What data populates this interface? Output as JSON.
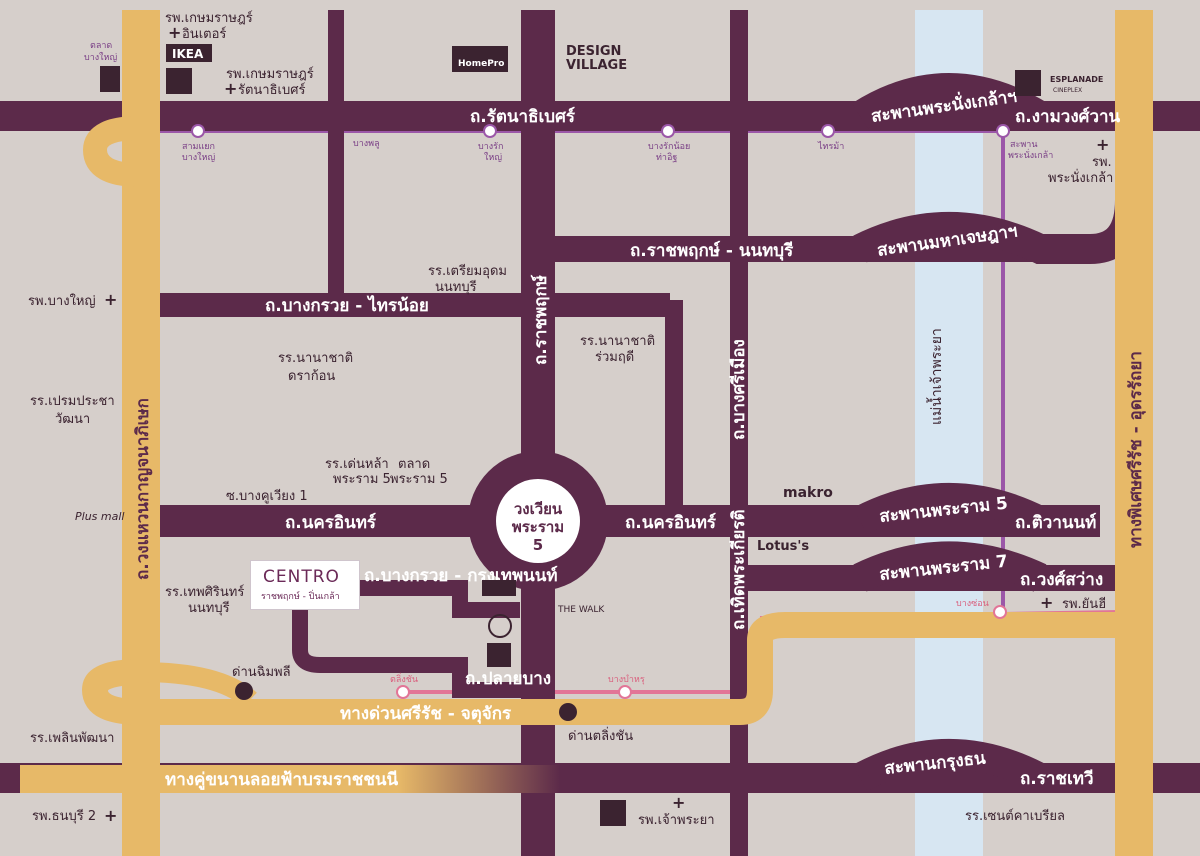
{
  "colors": {
    "background": "#d6cfcb",
    "road": "#5c2a4a",
    "expressway": "#e7b968",
    "river": "#d7e6f2",
    "purple_line": "#9b57a8",
    "pink_line": "#e27597",
    "label_dark": "#3b2330"
  },
  "roads": {
    "rattanathibet": "ถ.รัตนาธิเบศร์",
    "ratchaphruek_nonthaburi": "ถ.ราชพฤกษ์ - นนทบุรี",
    "bangkruai_sainoi": "ถ.บางกรวย - ไทรน้อย",
    "nakhon_in_left": "ถ.นครอินทร์",
    "nakhon_in_right": "ถ.นครอินทร์",
    "ratchaphruek_vertical": "ถ.ราชพฤกษ์",
    "bang_si_mueang": "ถ.บางศรีเมือง",
    "kiat_phrakiat": "ถ.เทิดพระเกียรติ",
    "kanchanaphisek": "ถ.วงแหวนกาญจนาภิเษก",
    "phiset_udon": "ทางพิเศษศรีรัช - อุดรรัถยา",
    "ngamwongwan": "ถ.งามวงศ์วาน",
    "tiwanon": "ถ.ติวานนท์",
    "wongsawang": "ถ.วงศ์สว่าง",
    "ratchathewi": "ถ.ราชเทวี",
    "plai_bang": "ถ.ปลายบาง",
    "bangkruai_krungthep": "ถ.บางกรวย - กรุงเทพนนท์",
    "soi_bang_khu_wiang": "ซ.บางคูเวียง 1"
  },
  "bridges": {
    "phra_nang_klao": "สะพานพระนั่งเกล้าฯ",
    "maha_chesadabodindranusorn": "สะพานมหาเจษฎาฯ",
    "rama5": "สะพานพระราม 5",
    "rama7": "สะพานพระราม 7",
    "krung_thon": "สะพานกรุงธน"
  },
  "expressways": {
    "sirat_chatuchak": "ทางด่วนศรีรัช - จตุจักร",
    "borommaratchachonnani": "ทางคู่ขนานลอยฟ้าบรมราชชนนี",
    "toll_chimphli": "ด่านฉิมพลี",
    "toll_taling_chan": "ด่านตลิ่งชัน"
  },
  "river": "แม่น้ำเจ้าพระยา",
  "circle": {
    "line1": "วงเวียน",
    "line2": "พระราม",
    "line3": "5"
  },
  "stations": {
    "samyaek_bangyai": [
      "สามแยก",
      "บางใหญ่"
    ],
    "bang_phlu": "บางพลู",
    "bang_rak_yai": [
      "บางรัก",
      "ใหญ่"
    ],
    "bang_rak_noi_tha_it": [
      "บางรักน้อย",
      "ท่าอิฐ"
    ],
    "sai_ma": "ไทรม้า",
    "phra_nang_klao": [
      "สะพาน",
      "พระนั่งเกล้า"
    ],
    "taling_chan": "ตลิ่งชัน",
    "bang_bamru": "บางบำหรุ",
    "bang_son": "บางซ่อน"
  },
  "places": {
    "kasemrad_inter": [
      "รพ.เกษมราษฎร์",
      "อินเตอร์"
    ],
    "kasemrad_rattanathibet": [
      "รพ.เกษมราษฎร์",
      "รัตนาธิเบศร์"
    ],
    "market_bangyai": [
      "ตลาด",
      "บางใหญ่"
    ],
    "ikea": "IKEA",
    "homepro": "HomePro",
    "design_village": [
      "DESIGN",
      "VILLAGE"
    ],
    "esplanade": [
      "ESPLANADE",
      "CINEPLEX"
    ],
    "phra_nang_klao_hosp": [
      "รพ.",
      "พระนั่งเกล้า"
    ],
    "bangyai_hosp": "รพ.บางใหญ่",
    "triam_udom": [
      "รร.เตรียมอุดม",
      "นนทบุรี"
    ],
    "ruamrudee": [
      "รร.นานาชาติ",
      "ร่วมฤดี"
    ],
    "dara_school": [
      "รร.นานาชาติ",
      "ดราก้อน"
    ],
    "prem_school": [
      "รร.เปรมประชา",
      "วัฒนา"
    ],
    "denla_school": [
      "รร.เด่นหล้า",
      "พระราม 5"
    ],
    "market_rama5": [
      "ตลาด",
      "พระราม 5"
    ],
    "plusmall": "Plus mall",
    "makro": "makro",
    "lotus": "Lotus's",
    "thepsirin": [
      "รร.เทพศิรินทร์",
      "นนทบุรี"
    ],
    "the_walk": "THE WALK",
    "yanhee": "รพ.ยันฮี",
    "phlin_school": "รร.เพลินพัฒนา",
    "thonburi2": "รพ.ธนบุรี 2",
    "chaophraya_hosp": "รพ.เจ้าพระยา",
    "st_gabriel": "รร.เซนต์คาเบรียล"
  },
  "centro": {
    "brand": "CENTRO",
    "sub": "ราชพฤกษ์ - ปิ่นเกล้า"
  }
}
